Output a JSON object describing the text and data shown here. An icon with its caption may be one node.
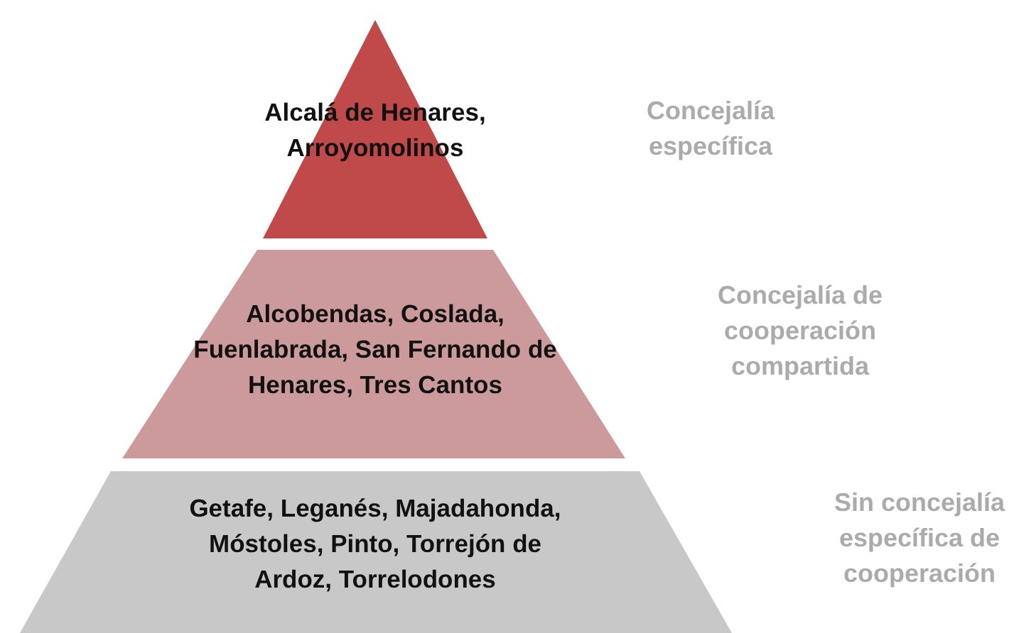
{
  "diagram": {
    "nodes": [
      {
        "text": [
          "Alcalá de Henares, Arroyomolinos"
        ]
      },
      {
        "text": [
          "Alcobendas, Coslada, Fuenlabrada, San Fernando de Henares, Tres Cantos"
        ]
      },
      {
        "text": [
          "Getafe, Leganés, Majadahonda, Móstoles, Pinto, Torrejón de Ardoz, Torrelodones"
        ]
      }
    ],
    "labels": [
      "Concejalía específica",
      "Concejalía de cooperación compartida",
      "Sin concejalía específica de cooperación"
    ]
  }
}
